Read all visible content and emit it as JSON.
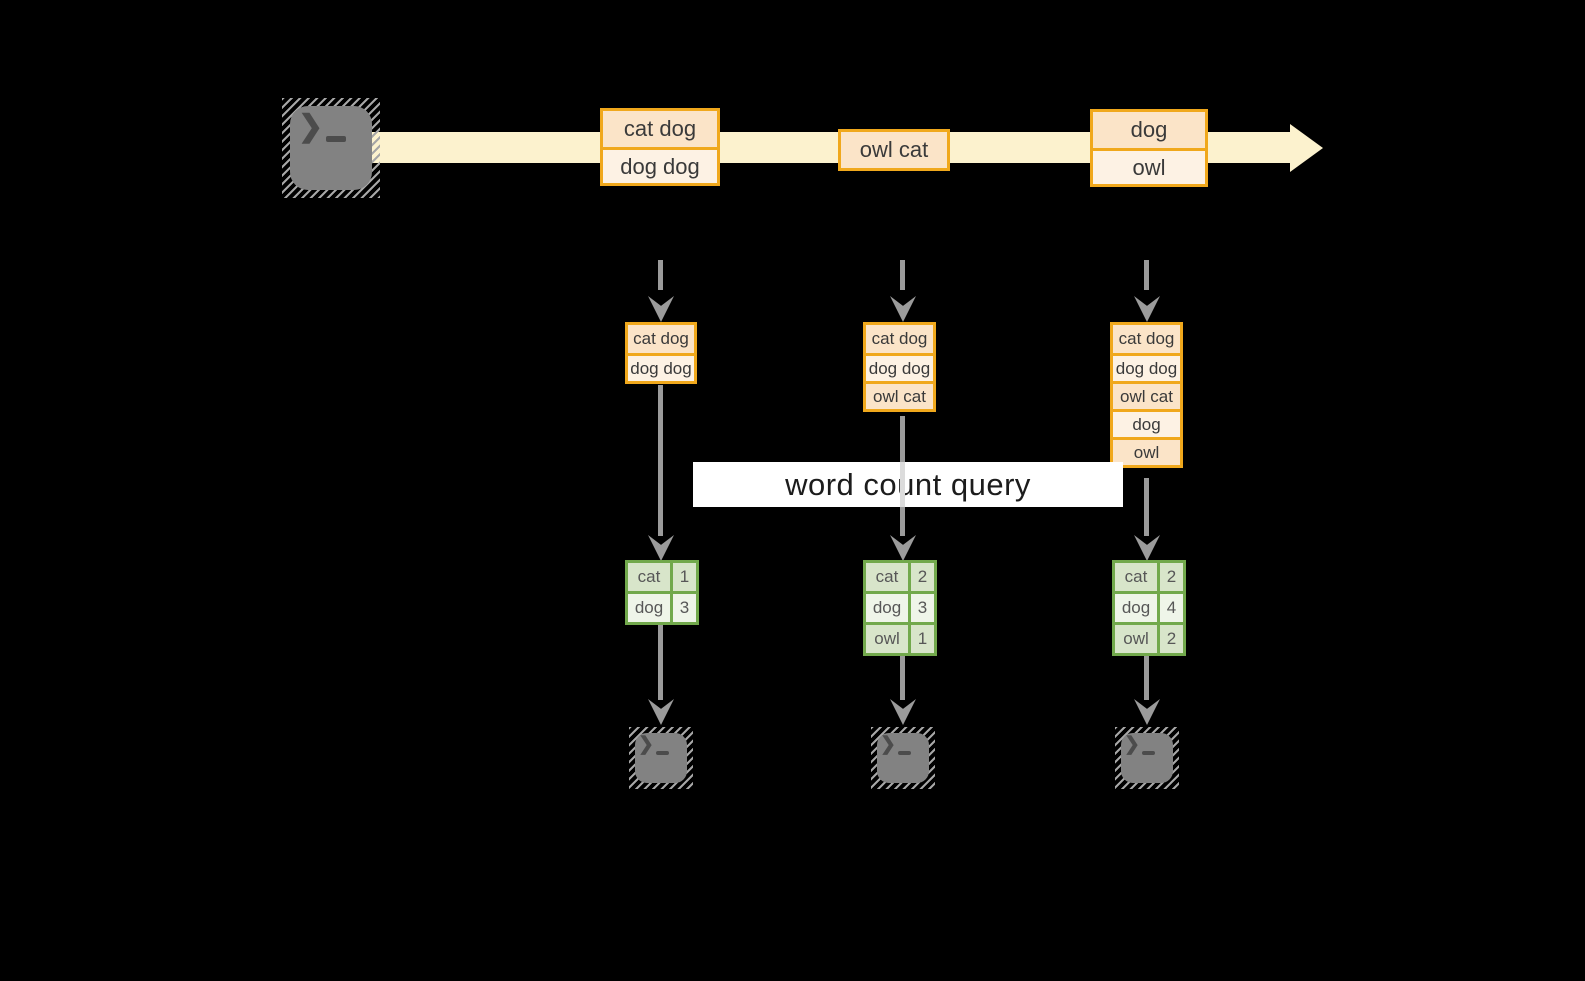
{
  "title": "word count over stream diagram",
  "query_label": "word count query",
  "stream": {
    "batches": [
      {
        "rows": [
          "cat dog",
          "dog dog"
        ]
      },
      {
        "rows": [
          "owl cat"
        ]
      },
      {
        "rows": [
          "dog",
          "owl"
        ]
      }
    ]
  },
  "stacks": [
    {
      "rows": [
        "cat dog",
        "dog dog"
      ]
    },
    {
      "rows": [
        "cat dog",
        "dog dog",
        "owl cat"
      ]
    },
    {
      "rows": [
        "cat dog",
        "dog dog",
        "owl cat",
        "dog",
        "owl"
      ]
    }
  ],
  "tables": [
    {
      "rows": [
        {
          "word": "cat",
          "count": "1"
        },
        {
          "word": "dog",
          "count": "3"
        }
      ]
    },
    {
      "rows": [
        {
          "word": "cat",
          "count": "2"
        },
        {
          "word": "dog",
          "count": "3"
        },
        {
          "word": "owl",
          "count": "1"
        }
      ]
    },
    {
      "rows": [
        {
          "word": "cat",
          "count": "2"
        },
        {
          "word": "dog",
          "count": "4"
        },
        {
          "word": "owl",
          "count": "2"
        }
      ]
    }
  ],
  "icons": {
    "source": "terminal-icon",
    "sinks": [
      "terminal-icon",
      "terminal-icon",
      "terminal-icon"
    ],
    "prompt_glyph": "❯"
  },
  "colors": {
    "background": "#000000",
    "stream_band": "#FCF2CE",
    "box_border": "#F0A81C",
    "box_fill_dark": "#FBE4C8",
    "box_fill_light": "#FDF2E4",
    "table_border": "#72A94C",
    "table_fill_dark": "#D8E5CA",
    "table_fill_light": "#EFF5E9",
    "arrow_gray": "#9B9B9B",
    "label_bg": "#FFFFFF",
    "label_text": "#1C1C1C"
  }
}
